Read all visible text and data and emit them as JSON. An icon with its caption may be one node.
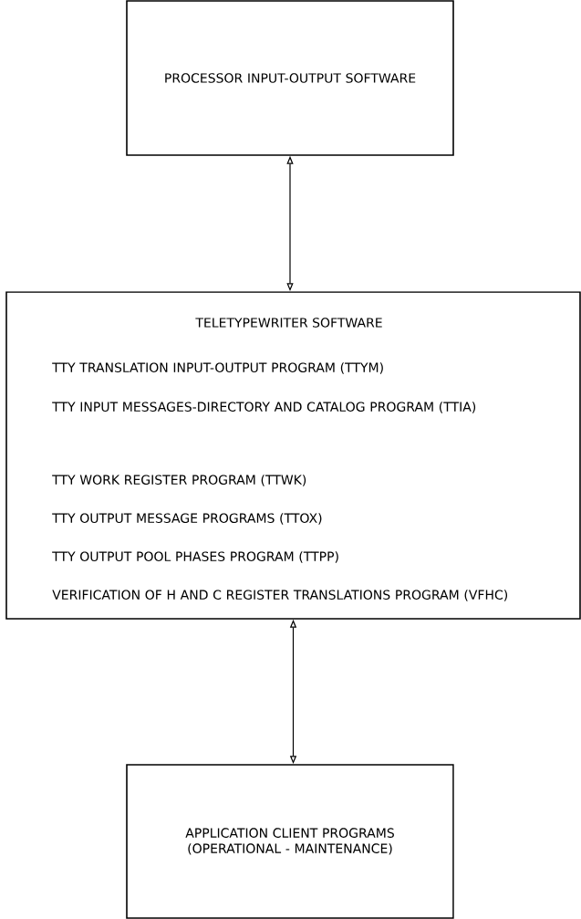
{
  "diagram": {
    "nodes": [
      {
        "text": [
          "PROCESSOR INPUT-OUTPUT SOFTWARE"
        ]
      },
      {
        "text": [
          "TELETYPEWRITER SOFTWARE",
          "TTY TRANSLATION INPUT-OUTPUT PROGRAM (TTYM)",
          "TTY INPUT MESSAGES-DIRECTORY AND CATALOG PROGRAM (TTIA)",
          "TTY WORK REGISTER PROGRAM (TTWK)",
          "TTY OUTPUT MESSAGE PROGRAMS (TTOX)",
          "TTY OUTPUT POOL PHASES PROGRAM (TTPP)",
          "VERIFICATION OF H AND C REGISTER TRANSLATIONS PROGRAM (VFHC)"
        ]
      },
      {
        "text": [
          "APPLICATION CLIENT PROGRAMS (OPERATIONAL - MAINTENANCE)"
        ]
      }
    ],
    "edges": [
      {
        "from": 0,
        "to": 1,
        "arrow": "both"
      },
      {
        "from": 1,
        "to": 2,
        "arrow": "both"
      }
    ]
  }
}
